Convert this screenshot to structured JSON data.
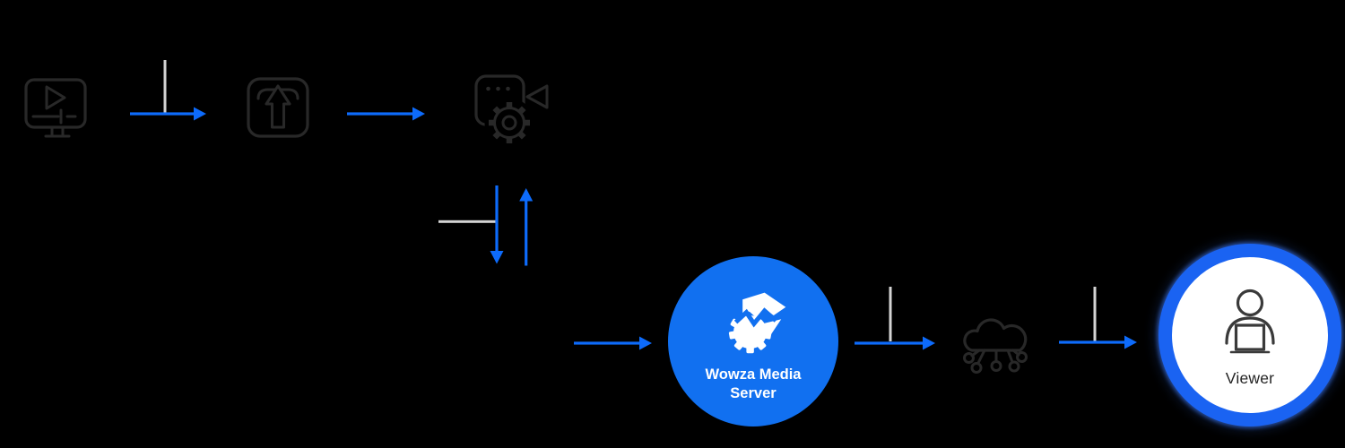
{
  "diagram": {
    "description": "Live streaming workflow diagram",
    "flow_order": [
      "video_source",
      "upload_encoder",
      "transcoder",
      "wowza_media_server",
      "cdn_cloud",
      "viewer"
    ],
    "nodes": {
      "video_source": {
        "icon": "video-monitor-icon",
        "label": ""
      },
      "upload_encoder": {
        "icon": "upload-icon",
        "label": ""
      },
      "transcoder": {
        "icon": "video-transcoder-gear-icon",
        "label": ""
      },
      "wowza_media_server": {
        "icon": "wowza-logo",
        "label": "Wowza Media Server"
      },
      "cdn_cloud": {
        "icon": "cloud-network-icon",
        "label": ""
      },
      "viewer": {
        "icon": "person-laptop-icon",
        "label": "Viewer"
      }
    },
    "arrows": [
      {
        "from": "video_source",
        "to": "upload_encoder",
        "direction": "right"
      },
      {
        "from": "upload_encoder",
        "to": "transcoder",
        "direction": "right"
      },
      {
        "from": "transcoder",
        "to": "below",
        "direction": "down"
      },
      {
        "from": "below",
        "to": "transcoder",
        "direction": "up"
      },
      {
        "from": "transcoder_branch",
        "to": "wowza_media_server",
        "direction": "right"
      },
      {
        "from": "wowza_media_server",
        "to": "cdn_cloud",
        "direction": "right"
      },
      {
        "from": "cdn_cloud",
        "to": "viewer",
        "direction": "right"
      }
    ]
  },
  "colors": {
    "background": "#000000",
    "accent_blue": "#0D6BFB",
    "wowza_blue": "#1170F0",
    "ring_blue": "#1A63F2",
    "icon_stroke": "#282828",
    "person_stroke": "#3A3A3A",
    "leader_gray": "#D4D4D4",
    "node_bg_white": "#FFFFFF",
    "viewer_text": "#242424"
  }
}
